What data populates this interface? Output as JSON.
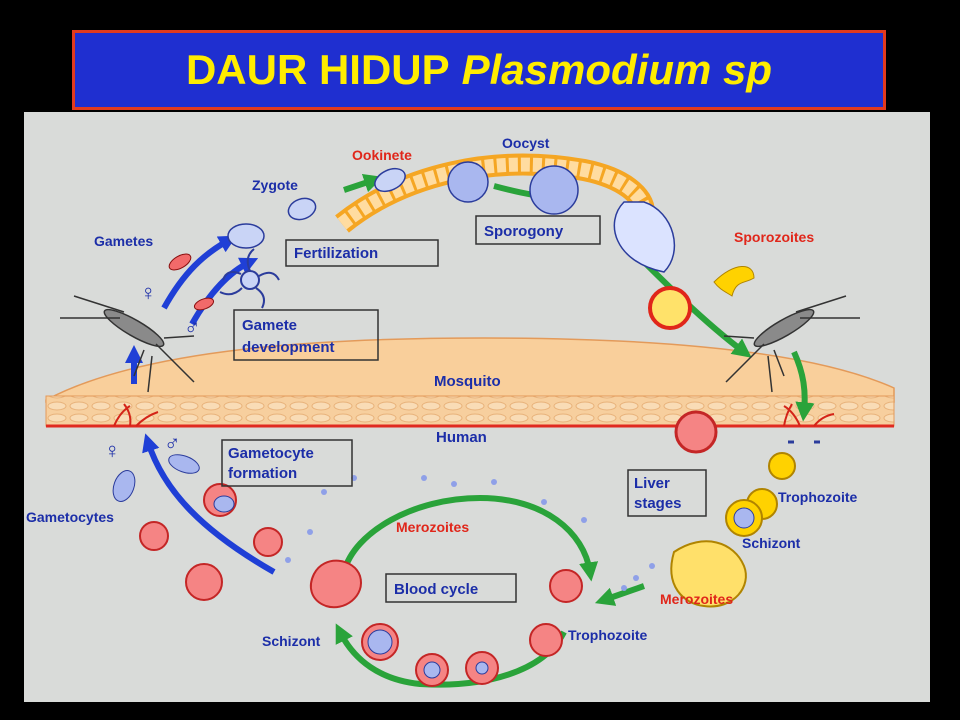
{
  "title": {
    "main": "DAUR HIDUP",
    "genus": "Plasmodium sp"
  },
  "labels": {
    "oocyst": "Oocyst",
    "ookinete": "Ookinete",
    "zygote": "Zygote",
    "gametes": "Gametes",
    "fertilization": "Fertilization",
    "sporogony": "Sporogony",
    "sporozoites": "Sporozoites",
    "gamete_development_1": "Gamete",
    "gamete_development_2": "development",
    "mosquito": "Mosquito",
    "human": "Human",
    "gametocyte_formation_1": "Gametocyte",
    "gametocyte_formation_2": "formation",
    "gametocytes": "Gametocytes",
    "merozoites_blood": "Merozoites",
    "blood_cycle": "Blood cycle",
    "schizont_blood": "Schizont",
    "trophozoite_blood": "Trophozoite",
    "liver_stages_1": "Liver",
    "liver_stages_2": "stages",
    "trophozoite_liver": "Trophozoite",
    "schizont_liver": "Schizont",
    "merozoites_liver": "Merozoites",
    "female_symbol": "♀",
    "male_symbol": "♂"
  },
  "colors": {
    "background": "#000000",
    "title_bg": "#1f2fd0",
    "title_border": "#e23a1e",
    "title_text": "#ffec00",
    "panel_bg": "#d9dbd9",
    "label_dark": "#1c2ea8",
    "label_red": "#e0261a",
    "arrow_green": "#2aa33a",
    "arrow_blue": "#1f3fd6",
    "skin": "#f8d2a4",
    "skin_red_line": "#e02a20",
    "cell_red": "#f26a6a",
    "cell_yellow": "#ffd200"
  }
}
